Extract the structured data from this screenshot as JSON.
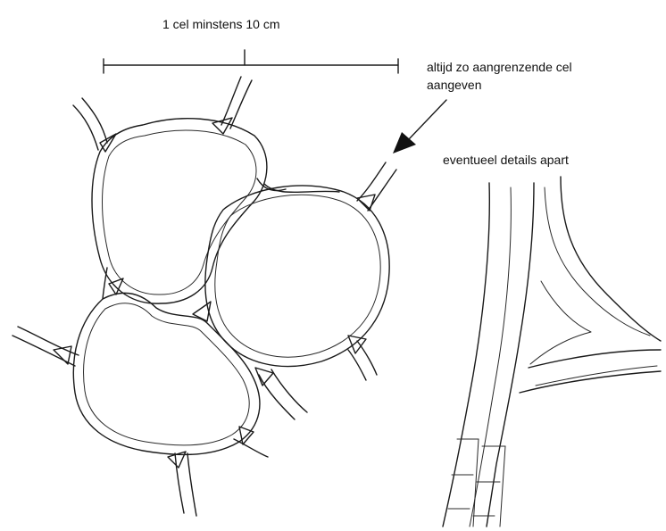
{
  "labels": {
    "scale_label": "1 cel minstens 10 cm",
    "neighbour_note_line1": "altijd zo aangrenzende cel",
    "neighbour_note_line2": "aangeven",
    "details_note": "eventueel details apart"
  },
  "colors": {
    "ink": "#1a1a1a",
    "paper": "#ffffff"
  }
}
